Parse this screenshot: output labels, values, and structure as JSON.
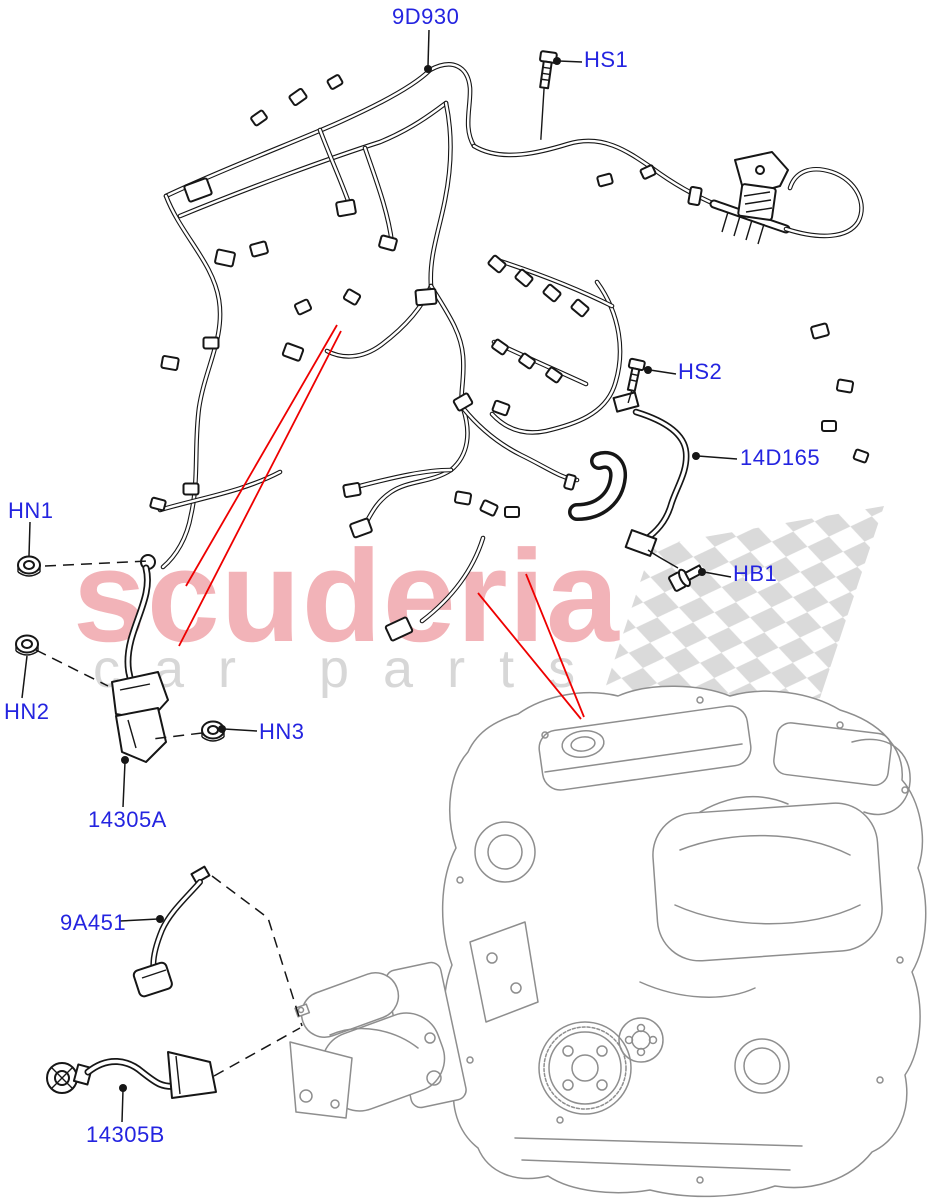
{
  "diagram": {
    "kind": "vehicle-parts-diagram",
    "subject": "engine wiring harness and cables on V6 diesel engine"
  },
  "labels": [
    {
      "id": "9D930",
      "text": "9D930"
    },
    {
      "id": "HS1",
      "text": "HS1"
    },
    {
      "id": "HS2",
      "text": "HS2"
    },
    {
      "id": "14D165",
      "text": "14D165"
    },
    {
      "id": "HB1",
      "text": "HB1"
    },
    {
      "id": "HN1",
      "text": "HN1"
    },
    {
      "id": "HN2",
      "text": "HN2"
    },
    {
      "id": "HN3",
      "text": "HN3"
    },
    {
      "id": "14305A",
      "text": "14305A"
    },
    {
      "id": "9A451",
      "text": "9A451"
    },
    {
      "id": "14305B",
      "text": "14305B"
    }
  ],
  "watermark": {
    "brand": "scuderia",
    "tagline": "car parts"
  },
  "colors": {
    "label_blue": "#2424e0",
    "line_black": "#161616",
    "red_pointer": "#ee0000",
    "watermark_pink": "#f2b3b8",
    "watermark_gray": "#d7d7d7",
    "checker_gray": "#dadada",
    "art_gray": "#8e8e8e"
  }
}
